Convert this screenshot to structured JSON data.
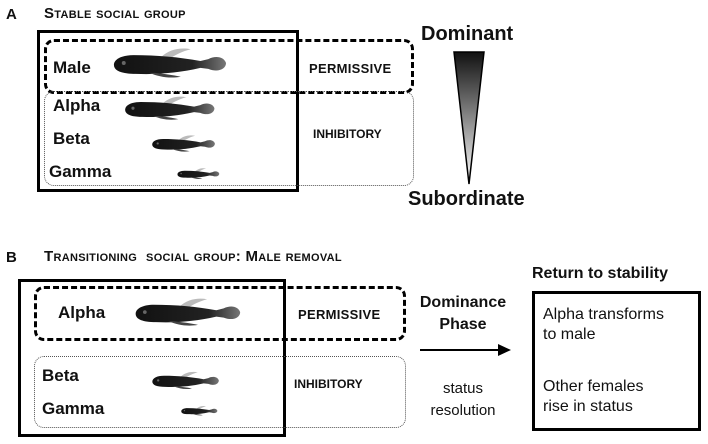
{
  "panel_a": {
    "letter": "A",
    "title": "Stable social group",
    "ranks": {
      "male": "Male",
      "alpha": "Alpha",
      "beta": "Beta",
      "gamma": "Gamma"
    },
    "zones": {
      "permissive": "PERMISSIVE",
      "inhibitory": "INHIBITORY"
    },
    "scale": {
      "top": "Dominant",
      "bottom": "Subordinate"
    }
  },
  "panel_b": {
    "letter": "B",
    "title": "Transitioning  social group: Male removal",
    "ranks": {
      "alpha": "Alpha",
      "beta": "Beta",
      "gamma": "Gamma"
    },
    "zones": {
      "permissive": "PERMISSIVE",
      "inhibitory": "INHIBITORY"
    },
    "phase_title_1": "Dominance",
    "phase_title_2": "Phase",
    "phase_sub_1": "status",
    "phase_sub_2": "resolution",
    "stability_title": "Return to stability",
    "stability_line_1": "Alpha transforms",
    "stability_line_2": "to male",
    "stability_line_3": "Other females",
    "stability_line_4": "rise in status"
  },
  "colors": {
    "ink": "#000000",
    "fish": "#1a1a1a",
    "dotted_border": "#555555"
  }
}
